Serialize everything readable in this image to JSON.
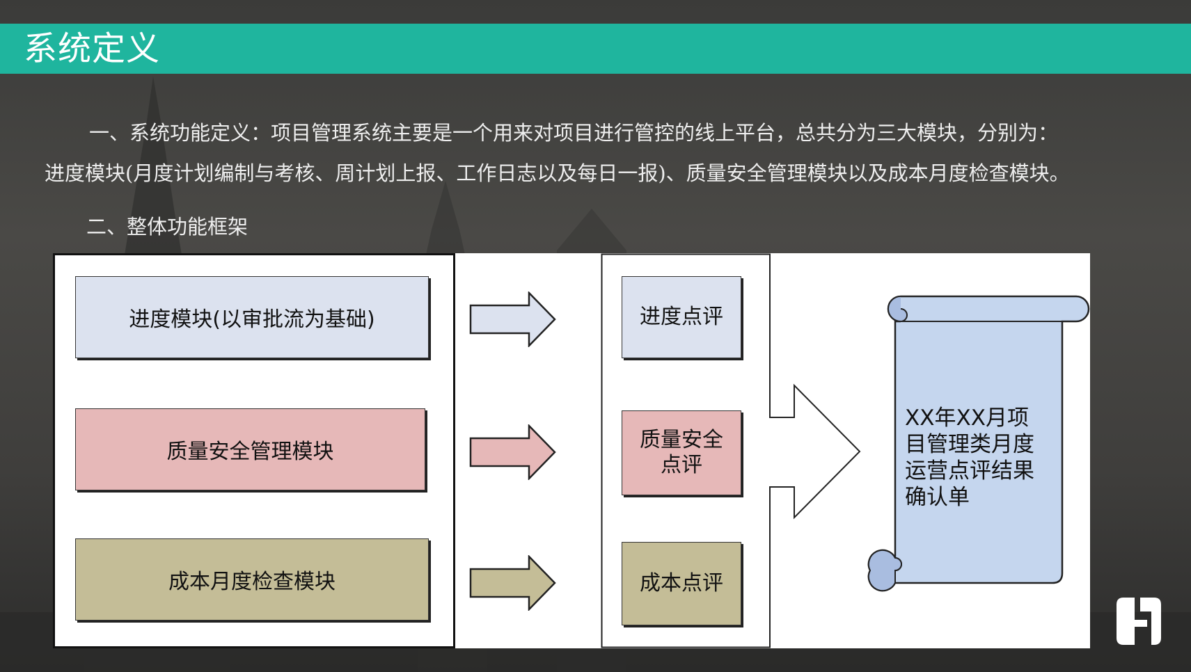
{
  "header": {
    "title": "系统定义"
  },
  "intro": {
    "line1": "一、系统功能定义：项目管理系统主要是一个用来对项目进行管控的线上平台，总共分为三大模块，分别为：",
    "line2": "进度模块(月度计划编制与考核、周计划上报、工作日志以及每日一报)、质量安全管理模块以及成本月度检查模块。",
    "section2": "二、整体功能框架"
  },
  "diagram": {
    "modules": [
      {
        "label": "进度模块(以审批流为基础)",
        "color": "#dce2ef"
      },
      {
        "label": "质量安全管理模块",
        "color": "#e6b8b8"
      },
      {
        "label": "成本月度检查模块",
        "color": "#c4bd97"
      }
    ],
    "reviews": [
      {
        "label": "进度点评",
        "color": "#dce2ef"
      },
      {
        "label": "质量安全点评",
        "line1": "质量安全",
        "line2": "点评",
        "color": "#e6b8b8"
      },
      {
        "label": "成本点评",
        "color": "#c4bd97"
      }
    ],
    "result": {
      "lines": [
        "XX年XX月项",
        "目管理类月度",
        "运营点评结果",
        "确认单"
      ],
      "color": "#c5d6ee"
    }
  },
  "colors": {
    "accent": "#1fb59e",
    "title_text": "#ffffff"
  },
  "logo": {
    "icon": "company-logo-icon"
  }
}
